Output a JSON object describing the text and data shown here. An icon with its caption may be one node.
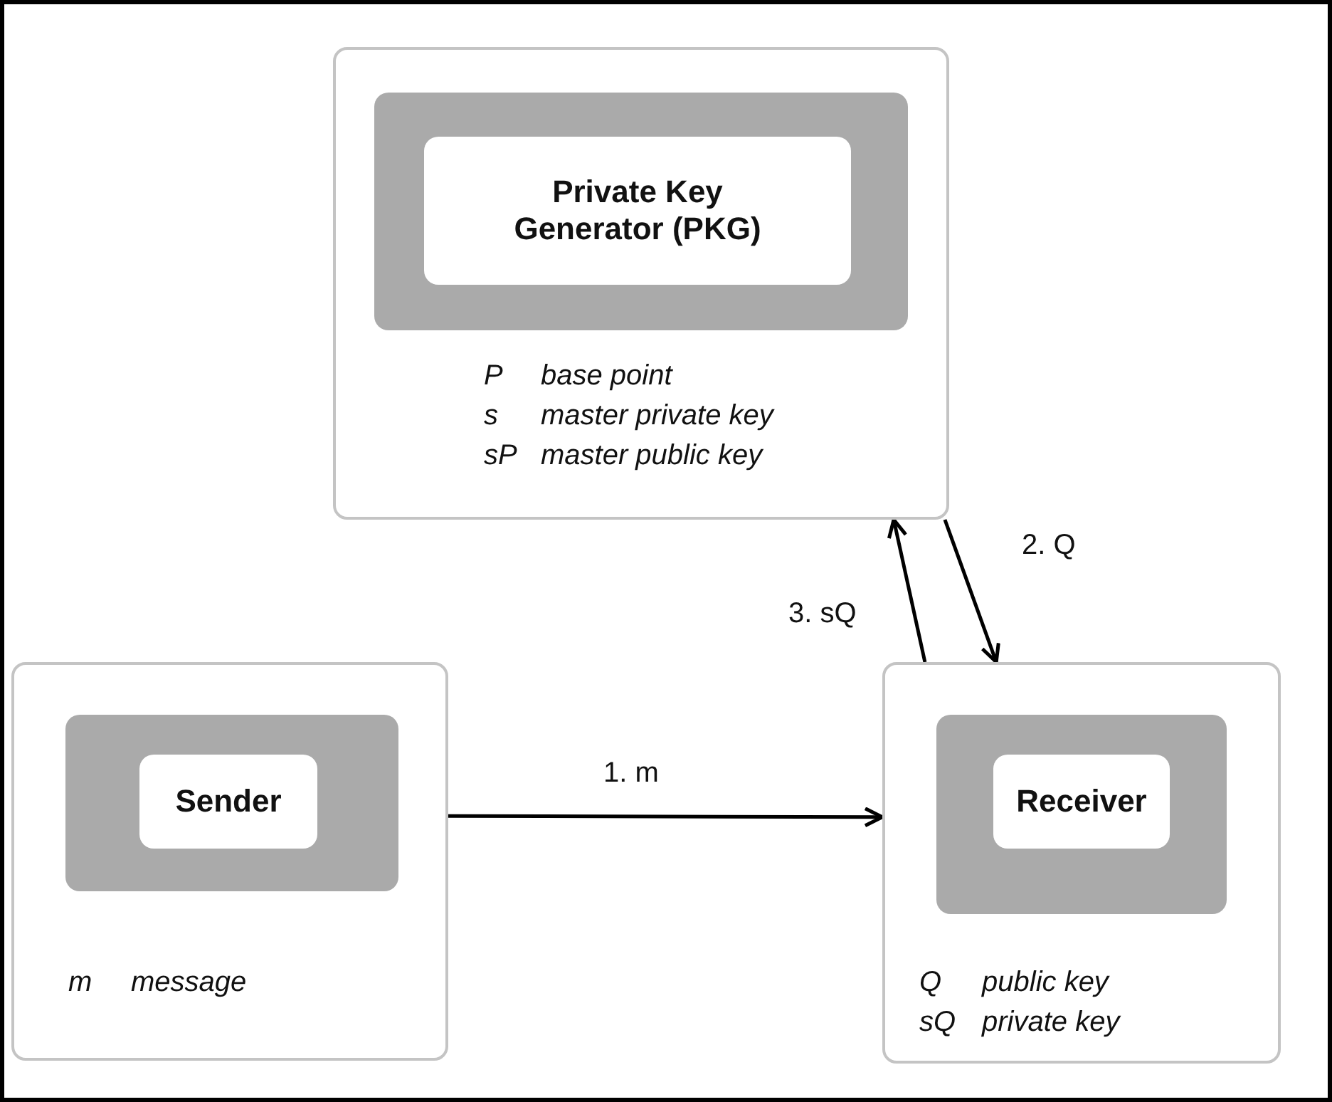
{
  "diagram": {
    "nodes": [
      {
        "text": [
          "P",
          "base point",
          "s",
          "master private key",
          "sP",
          "master public key"
        ]
      },
      {
        "text": [],
        "shape": "box",
        "in": 0
      },
      {
        "text": [
          "Private Key Generator (PKG)"
        ],
        "in": 1
      },
      {
        "text": [
          "m",
          "message"
        ]
      },
      {
        "text": [],
        "shape": "box",
        "in": 3
      },
      {
        "text": [
          "Sender"
        ],
        "in": 4
      },
      {
        "text": [
          "Q",
          "public key",
          "sQ",
          "private key"
        ]
      },
      {
        "text": [],
        "shape": "box",
        "in": 6
      },
      {
        "text": [
          "Receiver"
        ],
        "in": 7
      }
    ],
    "edges": [
      {
        "from": 3,
        "to": 6,
        "arrow": "to",
        "label": "1. m"
      },
      {
        "from": 0,
        "to": 6,
        "arrow": "to",
        "label": "2. Q"
      },
      {
        "from": 6,
        "to": 0,
        "arrow": "to",
        "label": "3. sQ"
      }
    ]
  }
}
